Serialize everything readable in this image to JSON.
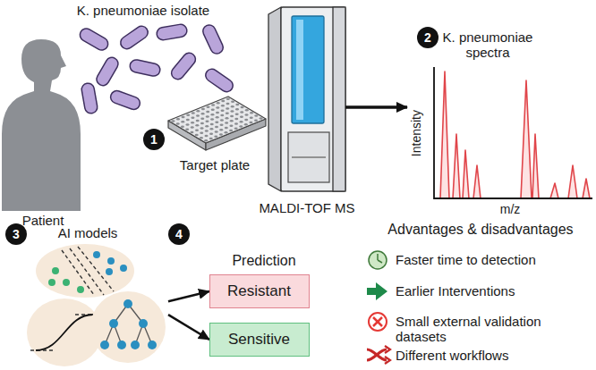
{
  "diagram": {
    "nodes": [
      {
        "text": [
          "MALDI-TOF MS"
        ]
      },
      {
        "text": [
          "K. pneumoniae spectra",
          "Intensity",
          "m/z"
        ]
      },
      {
        "text": [
          "AI models"
        ]
      },
      {
        "text": [
          "Resistant"
        ]
      },
      {
        "text": [
          "Sensitive"
        ]
      }
    ],
    "edges": [
      {
        "from": 0,
        "to": 1,
        "arrow": "to"
      },
      {
        "from": 2,
        "to": 3,
        "arrow": "to"
      },
      {
        "from": 2,
        "to": 4,
        "arrow": "to"
      }
    ],
    "labels": [
      "K. pneumoniae isolate",
      "Patient",
      "1",
      "Target plate",
      "2",
      "3",
      "4",
      "Prediction",
      "Advantages & disadvantages"
    ],
    "legend": [
      {
        "text": "Faster time to detection"
      },
      {
        "text": "Earlier Interventions"
      },
      {
        "text": "Small external validation datasets"
      },
      {
        "text": "Different workflows"
      }
    ]
  }
}
